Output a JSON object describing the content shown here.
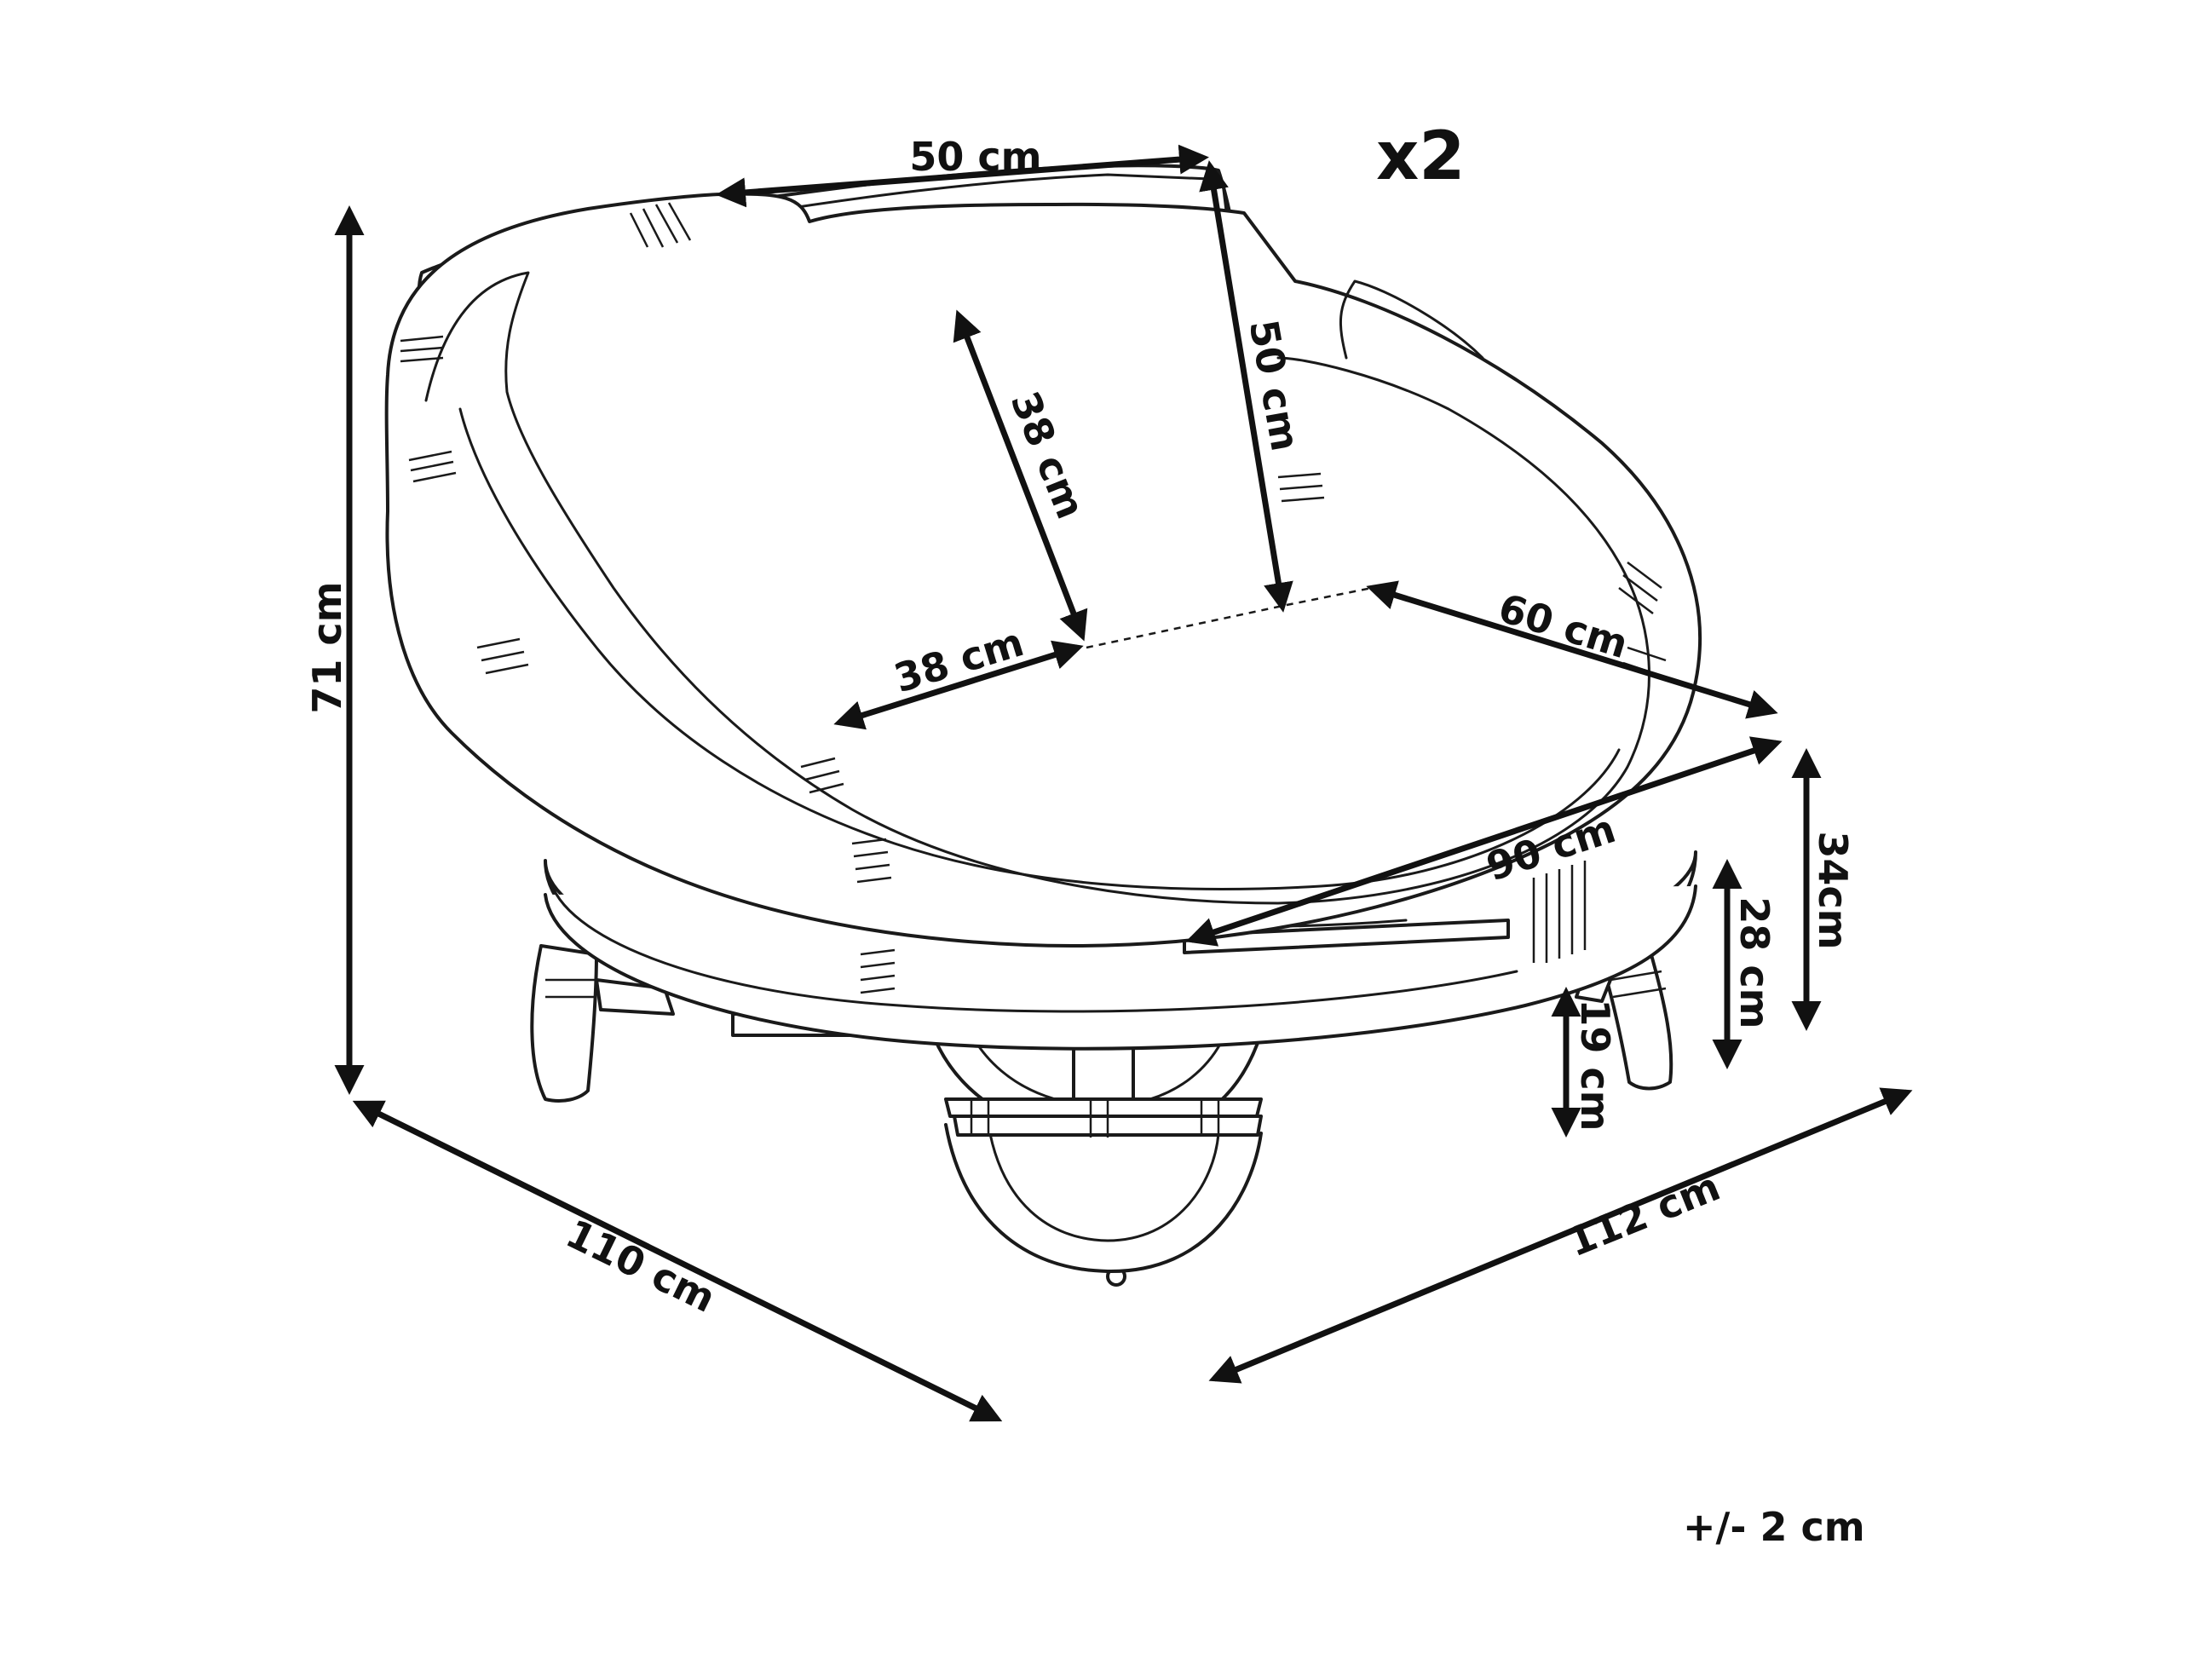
{
  "quantity_label": "x2",
  "tolerance": "+/- 2 cm",
  "dimensions": {
    "overall_height": "71 cm",
    "overall_depth": "110 cm",
    "overall_width": "112 cm",
    "back_cushion_width": "50 cm",
    "back_cushion_height": "50 cm",
    "small_cushion_height": "38 cm",
    "small_cushion_width": "38 cm",
    "seat_depth": "60 cm",
    "seat_width": "90 cm",
    "seat_height": "34cm",
    "frame_height": "28 cm",
    "leg_height": "19 cm"
  }
}
